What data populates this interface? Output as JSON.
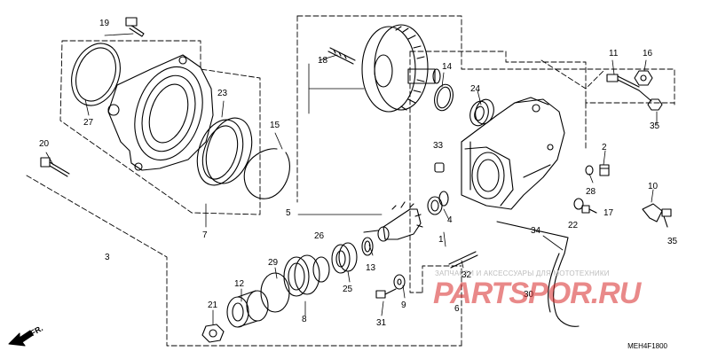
{
  "diagram": {
    "code": "MEH4F1800",
    "direction_label": "FR.",
    "watermark": {
      "tagline": "ЗАПЧАСТИ И АКСЕССУАРЫ ДЛЯ МОТОТЕХНИКИ",
      "logo": "PARTSPOR.RU"
    },
    "callouts": [
      {
        "id": "19",
        "label": "19"
      },
      {
        "id": "27",
        "label": "27"
      },
      {
        "id": "23",
        "label": "23"
      },
      {
        "id": "20",
        "label": "20"
      },
      {
        "id": "15",
        "label": "15"
      },
      {
        "id": "7",
        "label": "7"
      },
      {
        "id": "18",
        "label": "18"
      },
      {
        "id": "14",
        "label": "14"
      },
      {
        "id": "24",
        "label": "24"
      },
      {
        "id": "11",
        "label": "11"
      },
      {
        "id": "16",
        "label": "16"
      },
      {
        "id": "35a",
        "label": "35"
      },
      {
        "id": "33",
        "label": "33"
      },
      {
        "id": "2",
        "label": "2"
      },
      {
        "id": "28",
        "label": "28"
      },
      {
        "id": "10",
        "label": "10"
      },
      {
        "id": "4",
        "label": "4"
      },
      {
        "id": "22",
        "label": "22"
      },
      {
        "id": "17",
        "label": "17"
      },
      {
        "id": "35b",
        "label": "35"
      },
      {
        "id": "5",
        "label": "5"
      },
      {
        "id": "1",
        "label": "1"
      },
      {
        "id": "34",
        "label": "34"
      },
      {
        "id": "26",
        "label": "26"
      },
      {
        "id": "3",
        "label": "3"
      },
      {
        "id": "29",
        "label": "29"
      },
      {
        "id": "13",
        "label": "13"
      },
      {
        "id": "32",
        "label": "32"
      },
      {
        "id": "12",
        "label": "12"
      },
      {
        "id": "25",
        "label": "25"
      },
      {
        "id": "9",
        "label": "9"
      },
      {
        "id": "30",
        "label": "30"
      },
      {
        "id": "6",
        "label": "6"
      },
      {
        "id": "21",
        "label": "21"
      },
      {
        "id": "8",
        "label": "8"
      },
      {
        "id": "31",
        "label": "31"
      }
    ]
  }
}
